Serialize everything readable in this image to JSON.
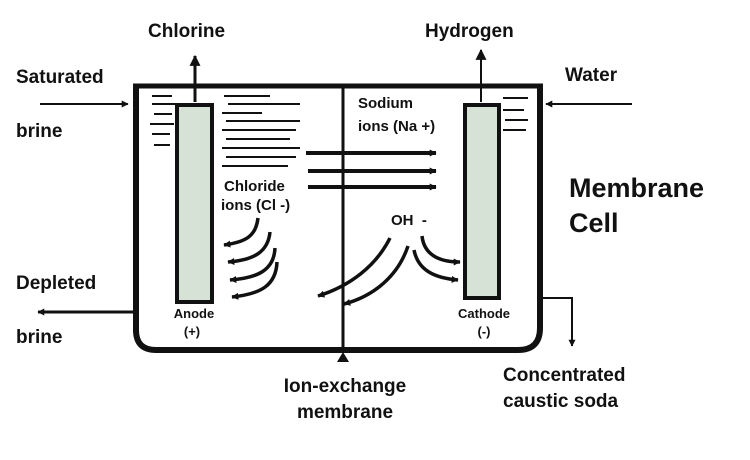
{
  "title": {
    "line1": "Membrane",
    "line2": "Cell"
  },
  "inputs": {
    "brine_in": {
      "line1": "Saturated",
      "line2": "brine"
    },
    "water_in": "Water"
  },
  "outputs": {
    "chlorine": "Chlorine",
    "hydrogen": "Hydrogen",
    "depleted_brine": {
      "line1": "Depleted",
      "line2": "brine"
    },
    "caustic_soda": {
      "line1": "Concentrated",
      "line2": "caustic soda"
    }
  },
  "electrodes": {
    "anode": {
      "name": "Anode",
      "sign": "(+)"
    },
    "cathode": {
      "name": "Cathode",
      "sign": "(-)"
    }
  },
  "ions": {
    "sodium": {
      "line1": "Sodium",
      "line2": "ions (Na +)"
    },
    "chloride": {
      "line1": "Chloride",
      "line2": "ions (Cl -)"
    },
    "hydroxide": "OH  -"
  },
  "membrane": {
    "line1": "Ion-exchange",
    "line2": "membrane"
  }
}
